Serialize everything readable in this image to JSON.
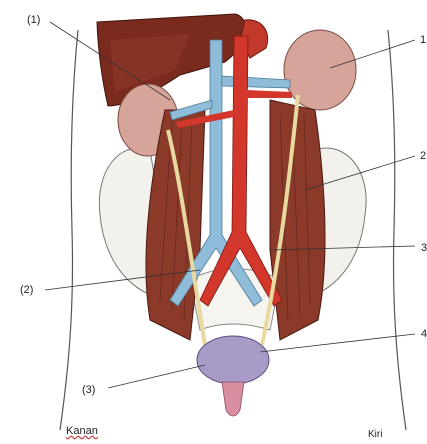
{
  "labels": {
    "l1": "(1)",
    "l2": "(2)",
    "l3": "(3)",
    "r1": "1",
    "r2": "2",
    "r3": "3",
    "r4": "4",
    "left_side": "Kanan",
    "right_side": "Kiri"
  },
  "colors": {
    "liver": "#7b2a1e",
    "kidney": "#d7a49a",
    "muscle": "#8b3a2a",
    "artery": "#d3362a",
    "vein": "#8fbcd8",
    "ureter": "#e8d9a0",
    "bladder": "#a99bc8"
  }
}
